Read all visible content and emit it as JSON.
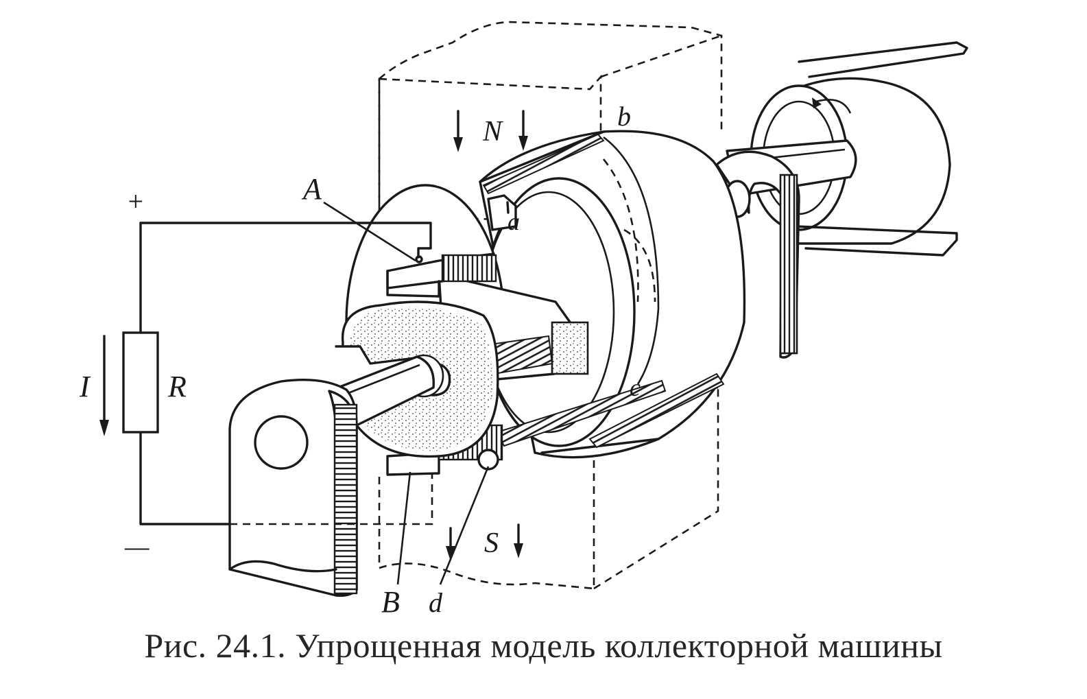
{
  "diagram": {
    "labels": {
      "plus": "+",
      "minus": "—",
      "current": "I",
      "resistor": "R",
      "brush_top": "A",
      "brush_bottom": "B",
      "north_pole": "N",
      "south_pole": "S",
      "point_a": "a",
      "point_b": "b",
      "point_c": "c",
      "point_d": "d"
    }
  },
  "caption": "Рис. 24.1. Упрощенная модель коллекторной машины"
}
